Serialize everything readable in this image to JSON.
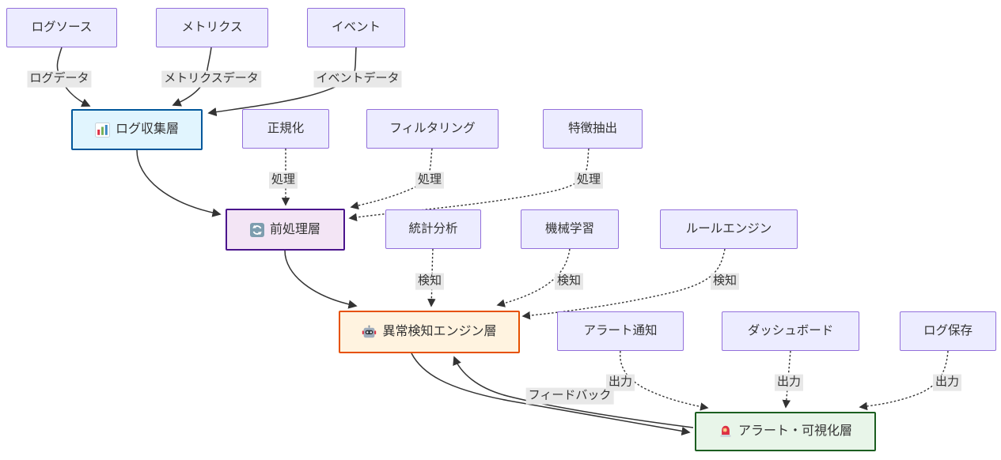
{
  "diagram": {
    "type": "flowchart",
    "nodes": {
      "log_source": {
        "label": "ログソース"
      },
      "metrics": {
        "label": "メトリクス"
      },
      "event": {
        "label": "イベント"
      },
      "log_collection": {
        "label": "ログ収集層",
        "icon": "bar-chart"
      },
      "normalization": {
        "label": "正規化"
      },
      "filtering": {
        "label": "フィルタリング"
      },
      "feature_extraction": {
        "label": "特徴抽出"
      },
      "preprocessing": {
        "label": "前処理層",
        "icon": "refresh"
      },
      "statistical_analysis": {
        "label": "統計分析"
      },
      "machine_learning": {
        "label": "機械学習"
      },
      "rule_engine": {
        "label": "ルールエンジン"
      },
      "anomaly_engine": {
        "label": "異常検知エンジン層",
        "icon": "robot"
      },
      "alert_notification": {
        "label": "アラート通知"
      },
      "dashboard": {
        "label": "ダッシュボード"
      },
      "log_storage": {
        "label": "ログ保存"
      },
      "alert_visualization": {
        "label": "アラート・可視化層",
        "icon": "siren"
      }
    },
    "edge_labels": {
      "log_data": "ログデータ",
      "metrics_data": "メトリクスデータ",
      "event_data": "イベントデータ",
      "process1": "処理",
      "process2": "処理",
      "process3": "処理",
      "detect1": "検知",
      "detect2": "検知",
      "detect3": "検知",
      "output1": "出力",
      "output2": "出力",
      "output3": "出力",
      "feedback": "フィードバック"
    },
    "colors": {
      "default_fill": "#ECECFF",
      "default_border": "#9370DB",
      "collection_fill": "#e1f5fe",
      "collection_border": "#01579b",
      "preprocess_fill": "#f3e5f5",
      "preprocess_border": "#4a148c",
      "engine_fill": "#fff3e0",
      "engine_border": "#e65100",
      "alert_fill": "#e8f5e9",
      "alert_border": "#1b5e20",
      "edge_color": "#333333",
      "edge_label_bg": "#e8e8e8",
      "text_color": "#333333"
    }
  }
}
